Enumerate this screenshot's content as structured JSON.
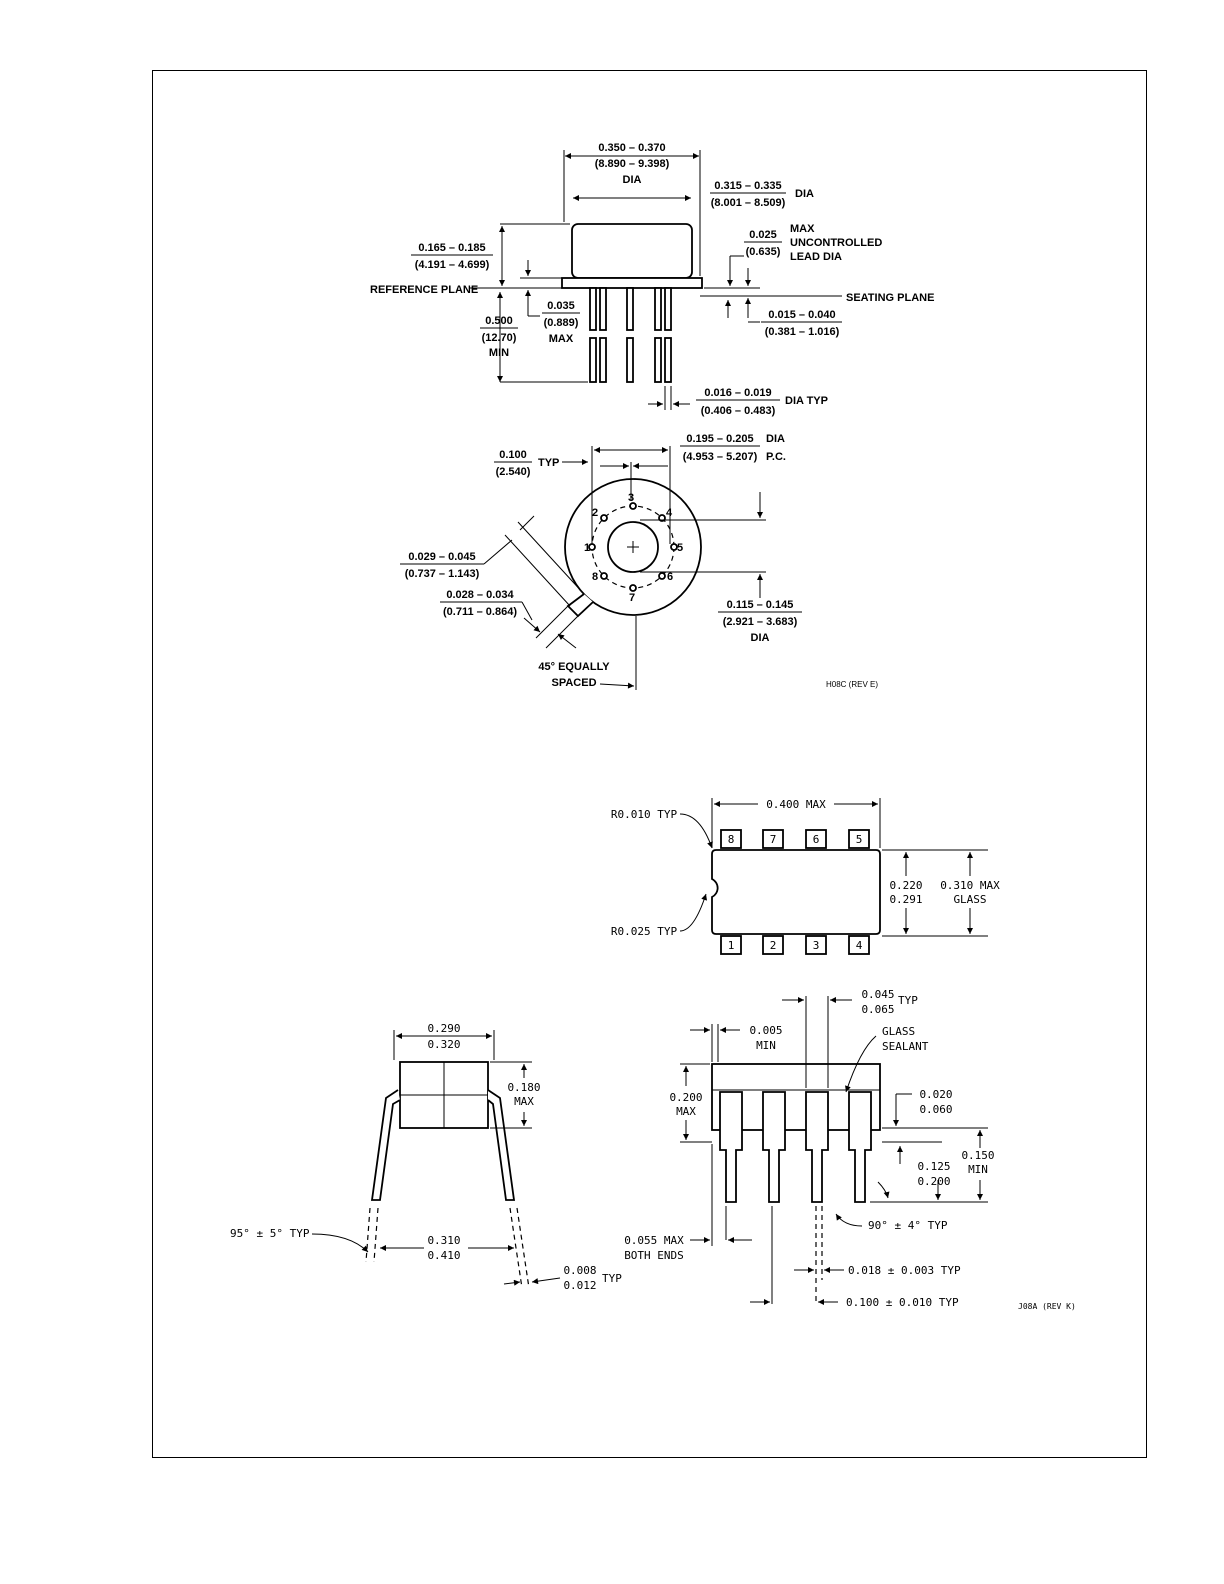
{
  "to_package": {
    "side": {
      "overall_dia": [
        "0.350 – 0.370",
        "(8.890 – 9.398)",
        "DIA"
      ],
      "cap_dia": [
        "0.315 – 0.335",
        "(8.001 – 8.509)",
        "DIA"
      ],
      "height": [
        "0.165 – 0.185",
        "(4.191 – 4.699)"
      ],
      "lead_dia_max": [
        "0.025",
        "(0.635)"
      ],
      "lead_dia_note": [
        "MAX",
        "UNCONTROLLED",
        "LEAD DIA"
      ],
      "reference_plane": "REFERENCE PLANE",
      "seating_plane": "SEATING PLANE",
      "flange": [
        "0.035",
        "(0.889)",
        "MAX"
      ],
      "seating_gap": [
        "0.015 – 0.040",
        "(0.381 – 1.016)"
      ],
      "lead_length": [
        "0.500",
        "(12.70)",
        "MIN"
      ],
      "lead_thickness": [
        "0.016 – 0.019",
        "(0.406 – 0.483)",
        "DIA TYP"
      ]
    },
    "bottom": {
      "pin_pitch": [
        "0.100",
        "(2.540)",
        "TYP"
      ],
      "pitch_circle": [
        "0.195 – 0.205",
        "(4.953 – 5.207)",
        "DIA",
        "P.C."
      ],
      "tab_height": [
        "0.029 – 0.045",
        "(0.737 – 1.143)"
      ],
      "tab_width": [
        "0.028 – 0.034",
        "(0.711 – 0.864)"
      ],
      "center_dia": [
        "0.115 – 0.145",
        "(2.921 – 3.683)",
        "DIA"
      ],
      "angle_note": [
        "45° EQUALLY",
        "SPACED"
      ],
      "pins": [
        "1",
        "2",
        "3",
        "4",
        "5",
        "6",
        "7",
        "8"
      ]
    },
    "rev": "H08C (REV E)"
  },
  "dip_package": {
    "top": {
      "length": "0.400 MAX",
      "corner_radius": "R0.010 TYP",
      "notch_radius": "R0.025 TYP",
      "width": [
        "0.220",
        "0.291"
      ],
      "glass_width": [
        "0.310 MAX",
        "GLASS"
      ],
      "top_pins": [
        "8",
        "7",
        "6",
        "5"
      ],
      "bottom_pins": [
        "1",
        "2",
        "3",
        "4"
      ]
    },
    "end": {
      "body_width": [
        "0.290",
        "0.320"
      ],
      "body_height": [
        "0.180",
        "MAX"
      ],
      "lead_angle": "95° ± 5° TYP",
      "lead_span": [
        "0.310",
        "0.410"
      ],
      "lead_thickness": [
        "0.008",
        "0.012",
        "TYP"
      ]
    },
    "side": {
      "standoff": [
        "0.005",
        "MIN"
      ],
      "shoulder": [
        "0.045",
        "0.065",
        "TYP"
      ],
      "glass_sealant": [
        "GLASS",
        "SEALANT"
      ],
      "body_height": [
        "0.200",
        "MAX"
      ],
      "gap": [
        "0.020",
        "0.060"
      ],
      "seat_height": [
        "0.150",
        "MIN"
      ],
      "lead_length": [
        "0.125",
        "0.200"
      ],
      "lead_angle": "90° ± 4° TYP",
      "end_overhang": [
        "0.055 MAX",
        "BOTH ENDS"
      ],
      "lead_width": "0.018 ± 0.003 TYP",
      "pitch": "0.100 ± 0.010 TYP"
    },
    "rev": "J08A (REV K)"
  }
}
